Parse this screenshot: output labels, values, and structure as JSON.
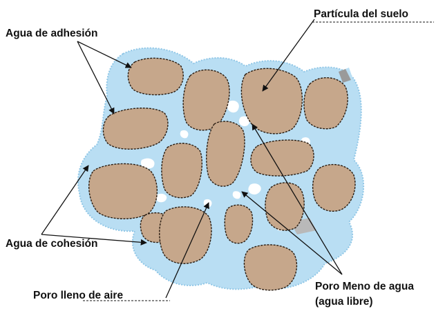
{
  "labels": {
    "adhesion": "Agua de adhesión",
    "particle": "Partícula del suelo",
    "cohesion": "Agua de cohesión",
    "air_pore": "Poro lleno de aire",
    "water_pore_line1": "Poro Meno de agua",
    "water_pore_line2": "(agua libre)"
  },
  "colors": {
    "particle_fill": "#c6a78b",
    "water_film": "#b9def3",
    "water_film_edge": "#8fc6e6",
    "air_pore": "#ffffff",
    "text": "#111111"
  }
}
